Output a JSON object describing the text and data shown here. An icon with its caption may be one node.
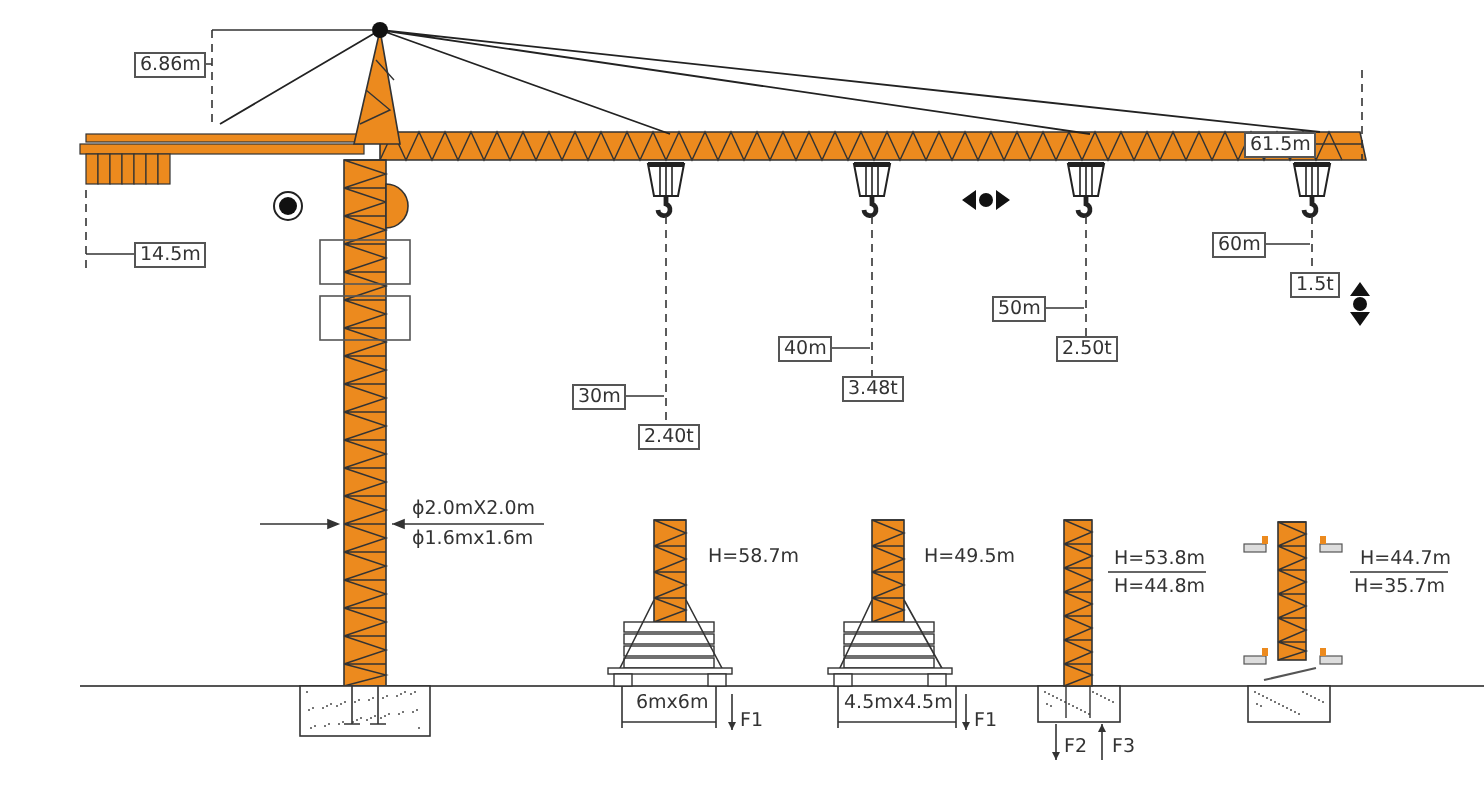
{
  "diagram": {
    "labels": [
      "6.86m",
      "61.5m",
      "14.5m",
      "60m",
      "1.5t",
      "50m",
      "40m",
      "2.50t",
      "30m",
      "3.48t",
      "2.40t",
      "ϕ2.0mX2.0m",
      "ϕ1.6mx1.6m",
      "H=58.7m",
      "H=49.5m",
      "H=53.8m",
      "H=44.8m",
      "H=44.7m",
      "H=35.7m",
      "6mx6m",
      "F1",
      "4.5mx4.5m",
      "F1",
      "F2",
      "F3"
    ]
  }
}
